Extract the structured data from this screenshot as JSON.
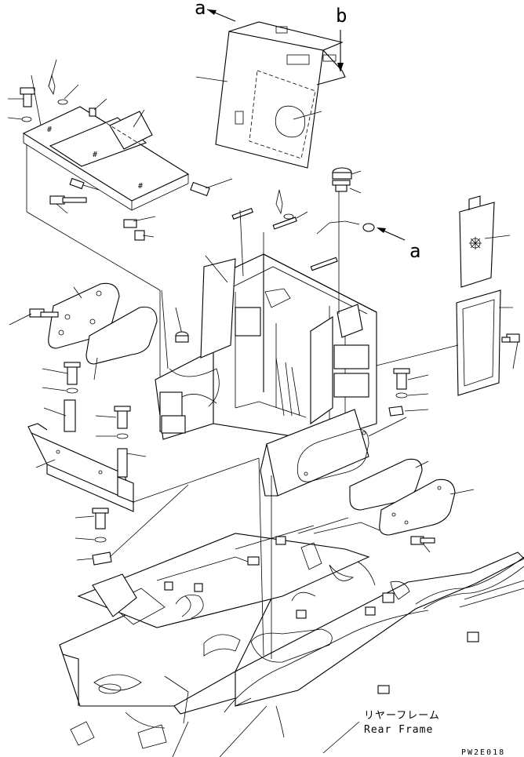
{
  "callouts": {
    "a_top": "a",
    "b_top": "b",
    "a_right": "a",
    "b_mid": "b"
  },
  "caption": {
    "japanese": "リヤーフレーム",
    "english": "Rear Frame"
  },
  "figure_code": "PW2E018"
}
